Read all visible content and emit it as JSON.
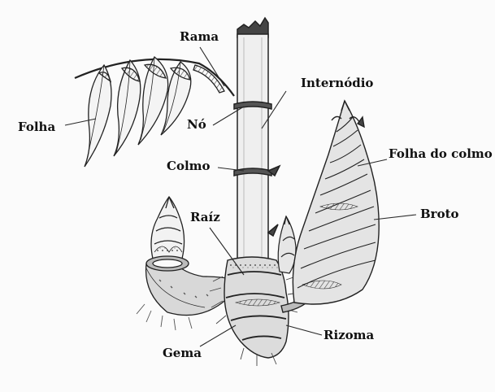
{
  "labels": {
    "rama": "Rama",
    "internodio": "Internódio",
    "folha": "Folha",
    "no": "Nó",
    "colmo": "Colmo",
    "folha_do_colmo": "Folha do colmo",
    "raiz": "Raíz",
    "broto": "Broto",
    "rizoma": "Rizoma",
    "gema": "Gema"
  },
  "colors": {
    "ink": "#111111",
    "line": "#2a2a2a",
    "stem_fill": "#eeeeee",
    "dark_fill": "#555555"
  }
}
